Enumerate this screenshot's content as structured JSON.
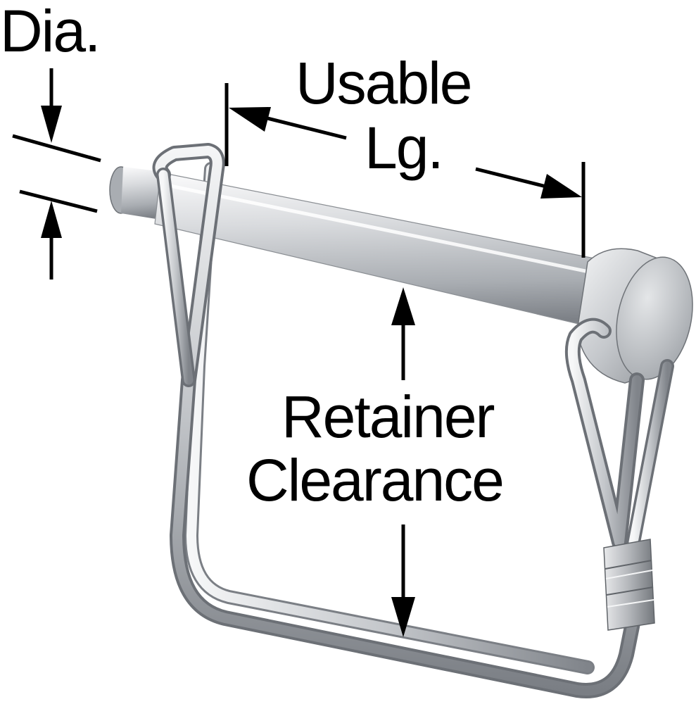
{
  "labels": {
    "dia": "Dia.",
    "usable_line1": "Usable",
    "usable_line2": "Lg.",
    "retainer_line1": "Retainer",
    "retainer_line2": "Clearance"
  },
  "colors": {
    "ink": "#000000",
    "steel_light": "#f2f3f4",
    "steel_mid": "#b9bcc0",
    "steel_dark": "#6f7378",
    "background": "#ffffff"
  }
}
